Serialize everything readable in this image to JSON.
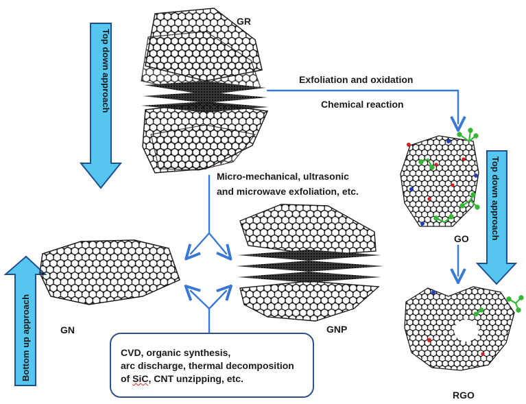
{
  "labels": {
    "gr": "GR",
    "go": "GO",
    "rgo": "RGO",
    "gn": "GN",
    "gnp": "GNP"
  },
  "process": {
    "exfoliation_oxidation": "Exfoliation and oxidation",
    "chemical_reaction": "Chemical reaction",
    "mechanical_line1": "Micro-mechanical, ultrasonic",
    "mechanical_line2": "and microwave exfoliation, etc."
  },
  "approaches": {
    "top_down_left": "Top down approach",
    "top_down_right": "Top down approach",
    "bottom_up": "Bottom up approach"
  },
  "note_box": {
    "line1": "CVD,  organic synthesis,",
    "line2": "arc discharge, thermal decomposition",
    "line3_prefix": "of ",
    "line3_sic": "SiC",
    "line3_suffix": ", CNT unzipping, etc."
  },
  "colors": {
    "arrow_fill": "#55c6f0",
    "arrow_stroke": "#1f4d8f",
    "flow_arrow": "#3a78d6",
    "carbon": "#222222",
    "oxygen": "#d42020",
    "nitrogen": "#1f3fbf",
    "functional_group": "#36b536"
  }
}
